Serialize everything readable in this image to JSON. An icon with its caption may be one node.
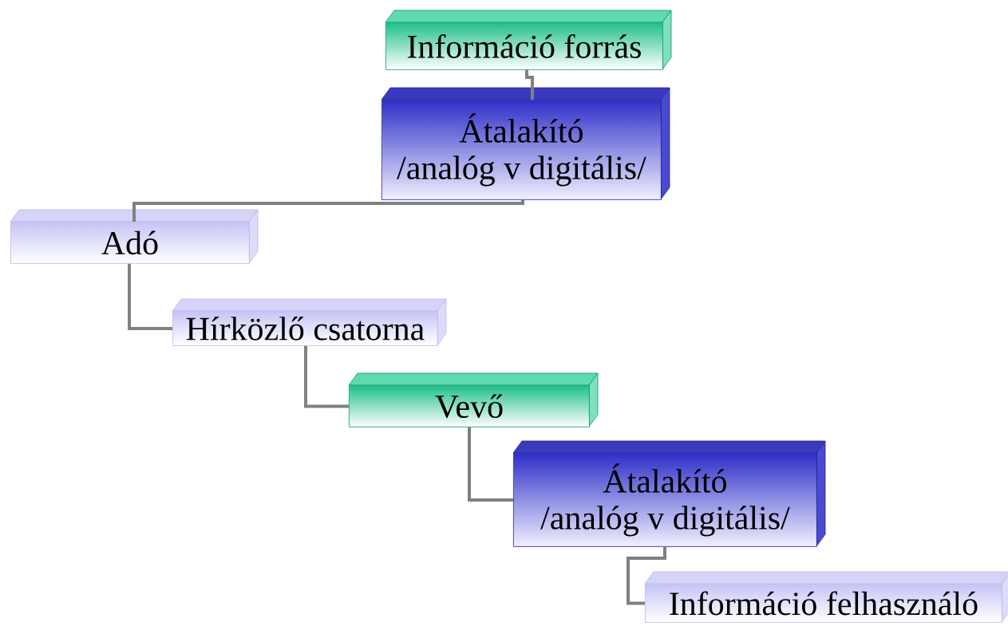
{
  "diagram": {
    "nodes": [
      {
        "text": [
          "Információ forrás"
        ]
      },
      {
        "text": [
          "Átalakító",
          "/analóg v digitális/"
        ]
      },
      {
        "text": [
          "Adó"
        ]
      },
      {
        "text": [
          "Hírközlő csatorna"
        ]
      },
      {
        "text": [
          "Vevő"
        ]
      },
      {
        "text": [
          "Átalakító",
          "/analóg v digitális/"
        ]
      },
      {
        "text": [
          "Információ felhasználó"
        ]
      }
    ],
    "edges": [
      {
        "from": 0,
        "to": 1,
        "arrow": "none"
      },
      {
        "from": 1,
        "to": 2,
        "arrow": "none"
      },
      {
        "from": 2,
        "to": 3,
        "arrow": "none"
      },
      {
        "from": 3,
        "to": 4,
        "arrow": "none"
      },
      {
        "from": 4,
        "to": 5,
        "arrow": "none"
      },
      {
        "from": 5,
        "to": 6,
        "arrow": "none"
      }
    ]
  }
}
